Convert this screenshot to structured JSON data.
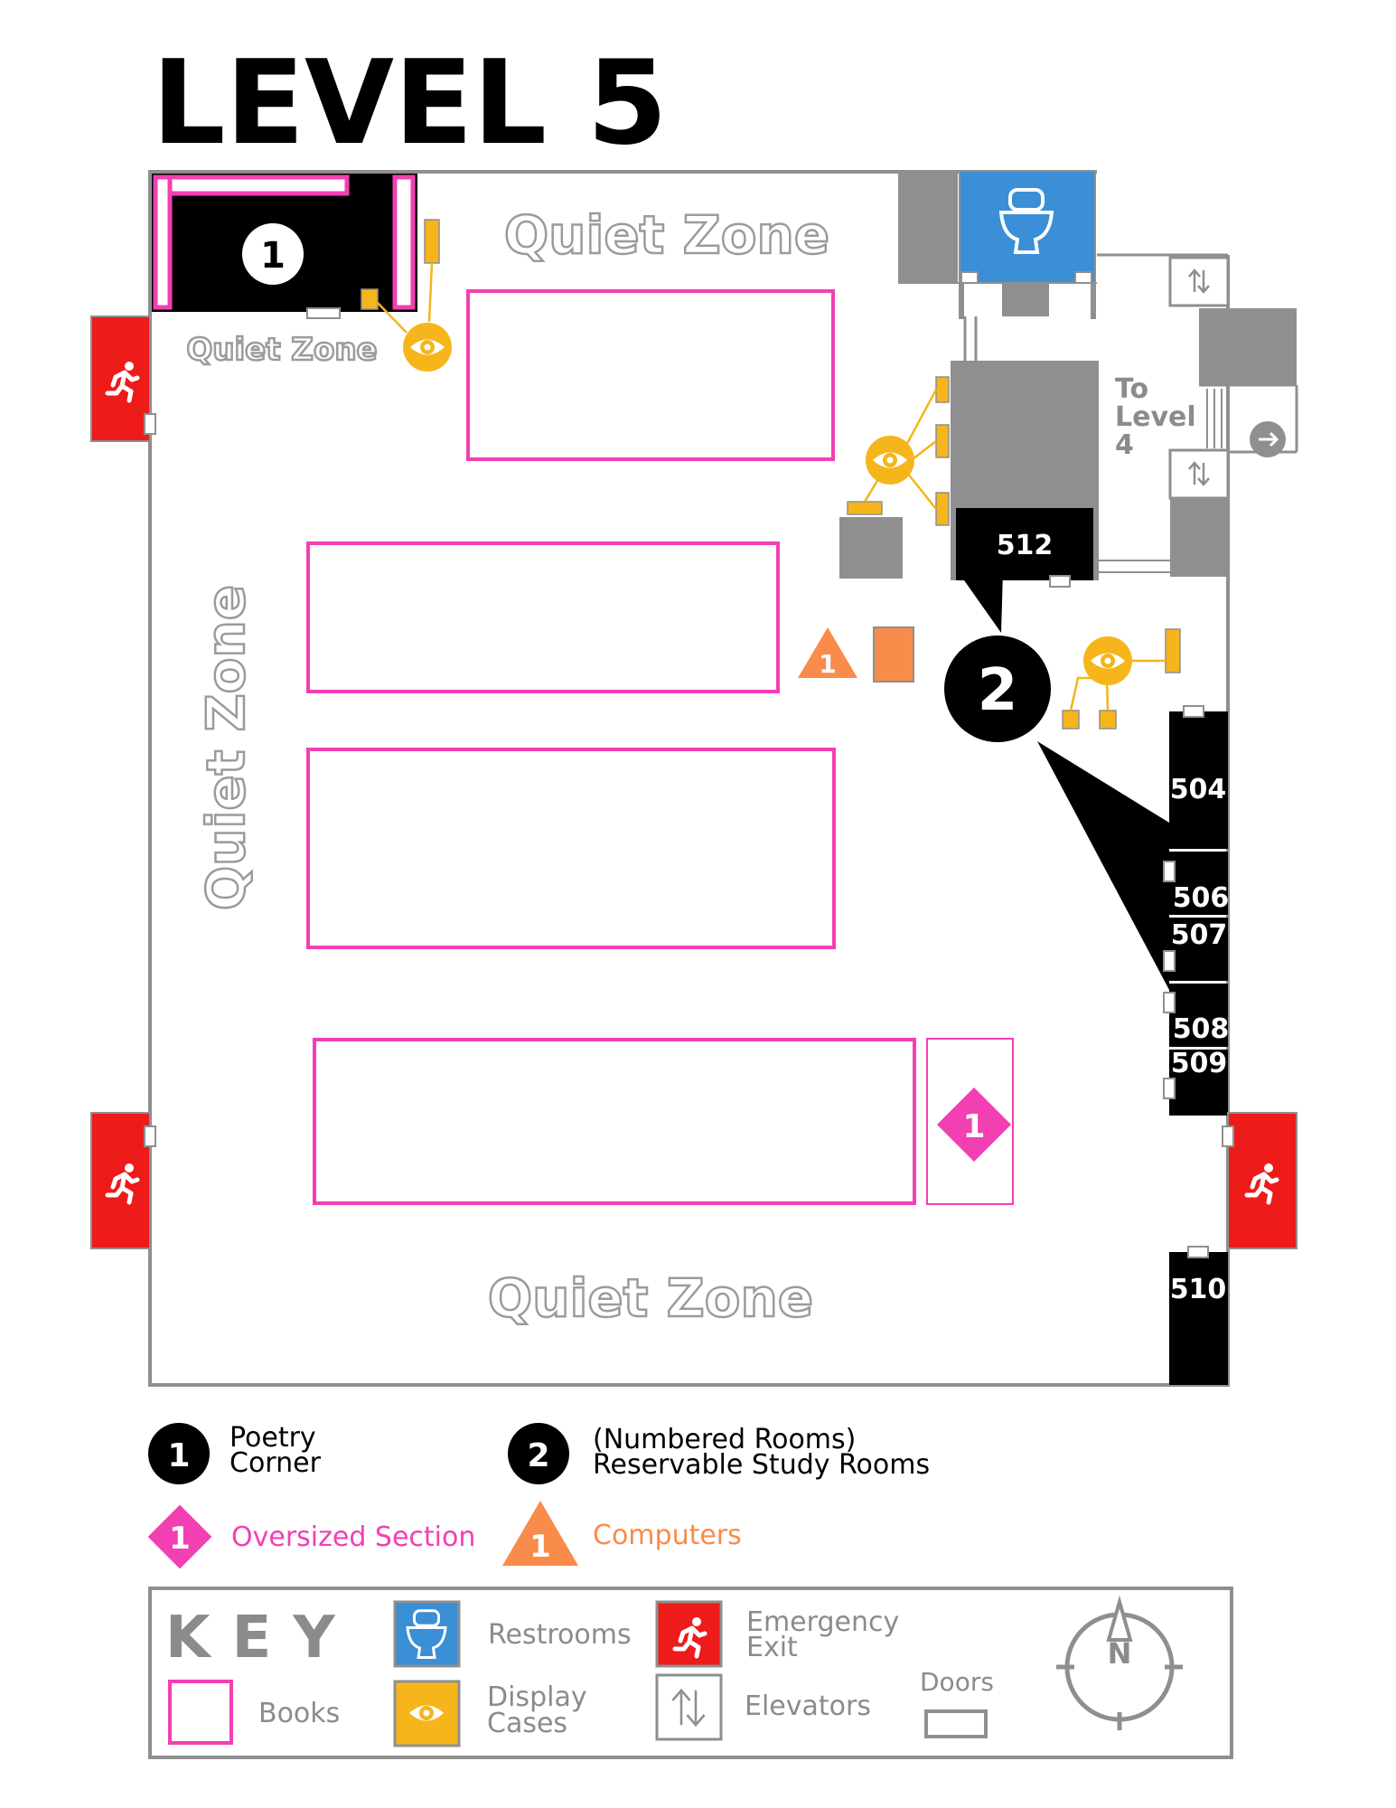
{
  "title": "LEVEL 5",
  "zones": {
    "top": "Quiet Zone",
    "corner": "Quiet Zone",
    "left": "Quiet Zone",
    "bottom": "Quiet Zone"
  },
  "stairs_label_line1": "To",
  "stairs_label_line2": "Level",
  "stairs_label_line3": "4",
  "rooms": {
    "r512": "512",
    "r504": "504",
    "r506": "506",
    "r507": "507",
    "r508": "508",
    "r509": "509",
    "r510": "510"
  },
  "markers": {
    "poetry_number": "1",
    "study_number": "2",
    "oversized_number": "1",
    "computers_number": "1"
  },
  "legend": {
    "poetry_number": "1",
    "poetry_line1": "Poetry",
    "poetry_line2": "Corner",
    "study_number": "2",
    "study_line1": "(Numbered Rooms)",
    "study_line2": "Reservable Study Rooms",
    "oversized_number": "1",
    "oversized_label": "Oversized Section",
    "computers_number": "1",
    "computers_label": "Computers"
  },
  "key": {
    "title": "KEY",
    "restrooms": "Restrooms",
    "books": "Books",
    "display_line1": "Display",
    "display_line2": "Cases",
    "exit_line1": "Emergency",
    "exit_line2": "Exit",
    "elevators": "Elevators",
    "doors": "Doors",
    "compass_n": "N"
  },
  "colors": {
    "books": "#f23fb2",
    "display": "#f6b51b",
    "restroom": "#3a8fd6",
    "exit": "#ee1b1b",
    "computers": "#f98b4b",
    "walls": "#8f8f8f",
    "rooms": "#000000",
    "text_gray": "#8b8b8b"
  },
  "icons": [
    "restroom-icon",
    "eye-icon",
    "running-person-icon",
    "elevator-arrows-icon",
    "compass-icon",
    "arrow-right-icon"
  ]
}
